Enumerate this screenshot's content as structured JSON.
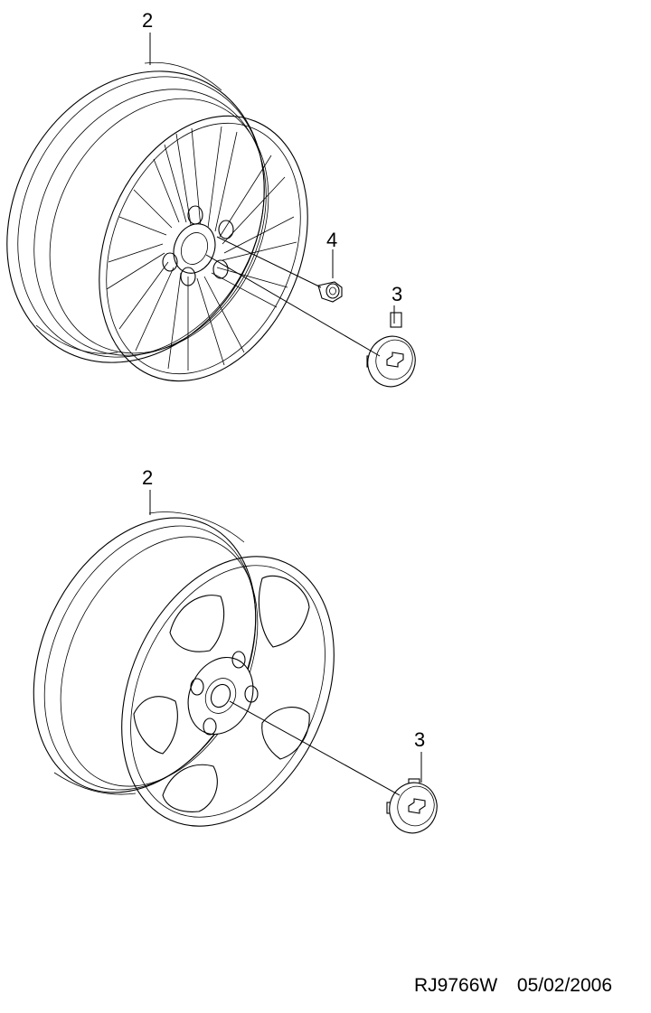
{
  "callouts": {
    "top_wheel": "2",
    "lug_nut": "4",
    "top_cap": "3",
    "bottom_wheel": "2",
    "bottom_cap": "3"
  },
  "footer": {
    "code": "RJ9766W",
    "date": "05/02/2006"
  }
}
